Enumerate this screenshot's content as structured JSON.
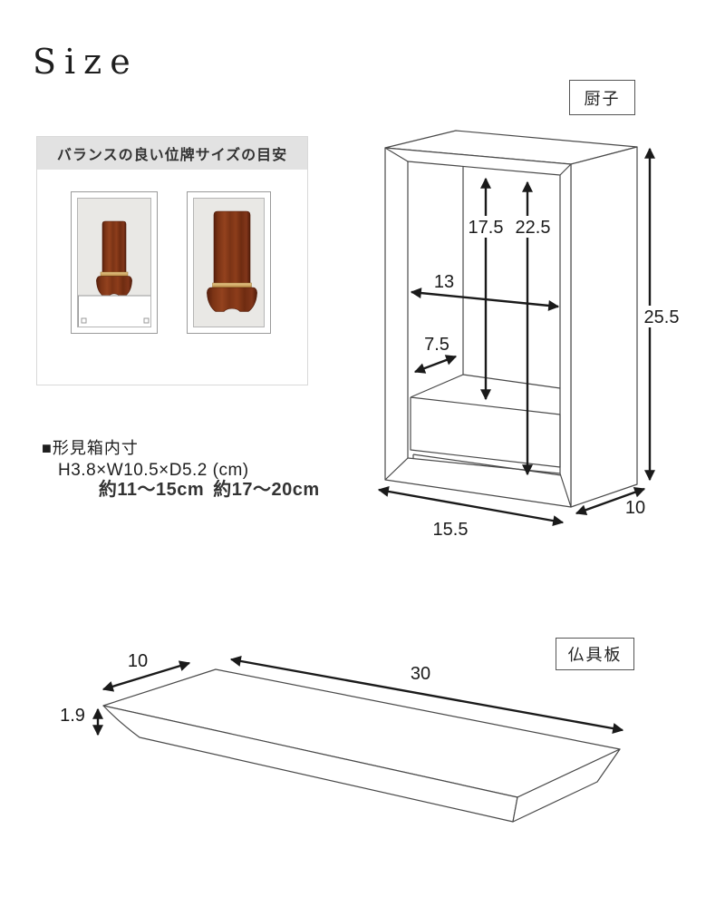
{
  "page": {
    "title": "Size"
  },
  "tags": {
    "cabinet": "厨子",
    "board": "仏具板"
  },
  "ihai_panel": {
    "header": "バランスの良い位牌サイズの目安",
    "items": [
      {
        "caption": "約11〜15cm"
      },
      {
        "caption": "約17〜20cm"
      }
    ]
  },
  "keepsake_box": {
    "heading": "■形見箱内寸",
    "dimensions": "H3.8×W10.5×D5.2 (cm)"
  },
  "cabinet_diagram": {
    "tag": "厨子",
    "dims": {
      "inner_height_to_box": "17.5",
      "inner_height_full": "22.5",
      "inner_width": "13",
      "inner_depth": "7.5",
      "outer_height": "25.5",
      "outer_width": "15.5",
      "outer_depth": "10"
    }
  },
  "board_diagram": {
    "tag": "仏具板",
    "dims": {
      "depth": "10",
      "length": "30",
      "thickness": "1.9"
    }
  },
  "colors": {
    "line": "#4a4a4a",
    "arrow": "#1a1a1a",
    "panel_header_bg": "#e2e2e2",
    "wood_dark": "#571f0c",
    "wood_mid": "#8d3d1b",
    "band_gold": "#cda25f"
  }
}
